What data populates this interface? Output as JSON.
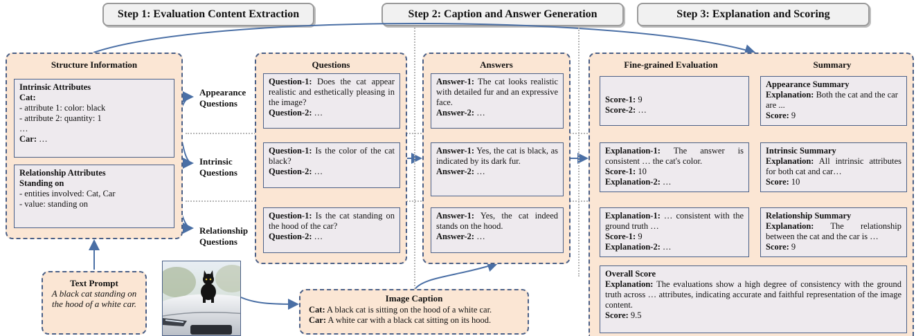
{
  "steps": {
    "step1": "Step 1: Evaluation Content Extraction",
    "step2": "Step 2: Caption and Answer Generation",
    "step3": "Step 3: Explanation and Scoring"
  },
  "structure": {
    "title": "Structure Information",
    "intrinsic": {
      "heading": "Intrinsic Attributes",
      "entity": "Cat:",
      "lines": [
        "- attribute 1: color: black",
        "- attribute 2: quantity: 1",
        "…"
      ],
      "car_label": "Car:",
      "car_value": " …"
    },
    "relationship": {
      "heading": "Relationship Attributes",
      "sub": "Standing on",
      "lines": [
        "- entities involved: Cat, Car",
        "- value: standing on"
      ]
    }
  },
  "question_types": {
    "appearance": "Appearance Questions",
    "intrinsic": "Intrinsic Questions",
    "relationship": "Relationship Questions"
  },
  "text_prompt": {
    "title": "Text Prompt",
    "text": "A black cat standing on the hood of a white car."
  },
  "questions": {
    "title": "Questions",
    "appearance": {
      "q1_label": "Question-1:",
      "q1": " Does the cat appear realistic and esthetically pleasing in the image?",
      "q2_label": "Question-2:",
      "q2": " …"
    },
    "intrinsic": {
      "q1_label": "Question-1:",
      "q1": " Is the color of the cat black?",
      "q2_label": "Question-2:",
      "q2": " …"
    },
    "relationship": {
      "q1_label": "Question-1:",
      "q1": " Is the cat standing on the hood of the car?",
      "q2_label": "Question-2:",
      "q2": " …"
    }
  },
  "answers": {
    "title": "Answers",
    "appearance": {
      "a1_label": "Answer-1:",
      "a1": " The cat looks realistic with detailed fur and an expressive face.",
      "a2_label": "Answer-2:",
      "a2": " …"
    },
    "intrinsic": {
      "a1_label": "Answer-1:",
      "a1": " Yes, the cat is black, as indicated by its dark fur.",
      "a2_label": "Answer-2:",
      "a2": " …"
    },
    "relationship": {
      "a1_label": "Answer-1:",
      "a1": " Yes, the cat indeed stands on the hood.",
      "a2_label": "Answer-2:",
      "a2": " …"
    }
  },
  "image_caption": {
    "title": "Image Caption",
    "cat_label": "Cat:",
    "cat": " A black cat is sitting on the hood of a white car.",
    "car_label": "Car:",
    "car": " A white car with a black cat sitting on its hood."
  },
  "evaluation": {
    "fine_title": "Fine-grained Evaluation",
    "summary_title": "Summary",
    "appearance": {
      "s1_label": "Score-1:",
      "s1": " 9",
      "s2_label": "Score-2:",
      "s2": " …",
      "summary_heading": "Appearance Summary",
      "exp_label": "Explanation:",
      "exp": " Both the cat and the car are ...",
      "score_label": "Score:",
      "score": " 9"
    },
    "intrinsic": {
      "e1_label": "Explanation-1:",
      "e1": " The answer is consistent … the cat's color.",
      "s1_label": "Score-1:",
      "s1": " 10",
      "e2_label": "Explanation-2:",
      "e2": " …",
      "summary_heading": "Intrinsic Summary",
      "exp_label": "Explanation:",
      "exp": " All intrinsic attributes for both cat and car…",
      "score_label": "Score:",
      "score": " 10"
    },
    "relationship": {
      "e1_label": "Explanation-1:",
      "e1": " … consistent with the ground truth …",
      "s1_label": "Score-1:",
      "s1": " 9",
      "e2_label": "Explanation-2:",
      "e2": " …",
      "summary_heading": "Relationship Summary",
      "exp_label": "Explanation:",
      "exp": " The relationship between the cat and the car is …",
      "score_label": "Score:",
      "score": " 9"
    },
    "overall": {
      "heading": "Overall Score",
      "exp_label": "Explanation:",
      "exp": " The evaluations show a high degree of consistency with the ground truth across … attributes, indicating accurate and faithful representation of the image content.",
      "score_label": "Score:",
      "score": " 9.5"
    }
  },
  "colors": {
    "panel": "#fbe6d4",
    "box": "#eeeaee",
    "border": "#4a5f86",
    "arrow": "#4a6fa5"
  }
}
